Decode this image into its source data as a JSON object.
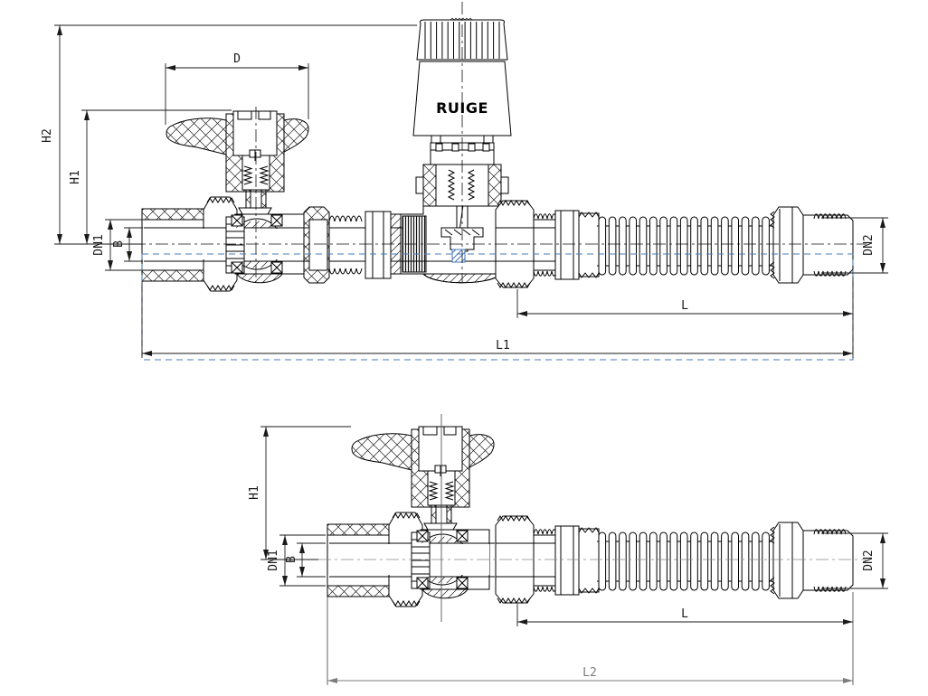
{
  "drawing": {
    "brand_label": "RUIGE",
    "colors": {
      "line": "#000000",
      "dimension": "#1a1a1a",
      "highlight_blue": "#4a7ab8",
      "grey_dimension": "#7c7c7c",
      "background": "#ffffff"
    },
    "top_view": {
      "dims": {
        "H2": "H2",
        "H1": "H1",
        "D": "D",
        "DN1": "DN1",
        "B": "B",
        "DN2": "DN2",
        "L": "L",
        "L1": "L1"
      }
    },
    "bottom_view": {
      "dims": {
        "H1": "H1",
        "DN1": "DN1",
        "B": "B",
        "DN2": "DN2",
        "L": "L",
        "L2": "L2"
      }
    }
  }
}
